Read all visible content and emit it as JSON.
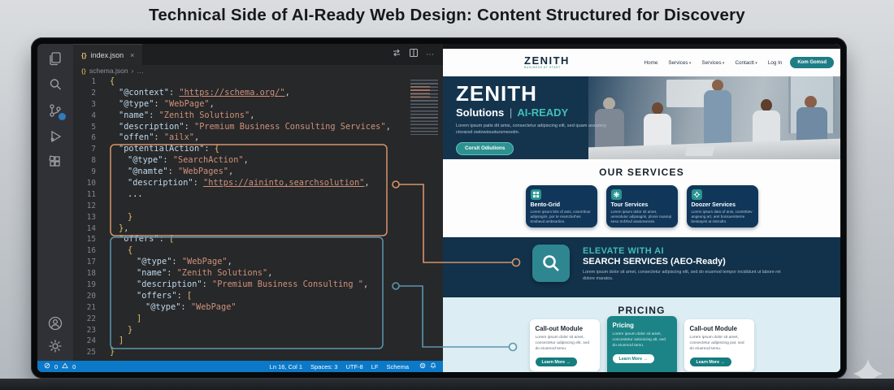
{
  "headline": "Technical Side of AI-Ready Web Design: Content Structured for Discovery",
  "vscode": {
    "tab": {
      "icon": "{}",
      "label": "index.json",
      "close": "×"
    },
    "breadcrumb": {
      "icon": "{}",
      "file": "schema.json",
      "sep": "›",
      "more": "…"
    },
    "tab_actions_more": "⋯",
    "lines": [
      {
        "n": 1,
        "ind": 0,
        "seg": [
          [
            "b",
            "{"
          ]
        ]
      },
      {
        "n": 2,
        "ind": 1,
        "seg": [
          [
            "k",
            "\"@context\""
          ],
          [
            "p",
            ": "
          ],
          [
            "l",
            "\"https://schema.org/\""
          ],
          [
            "p",
            ","
          ]
        ]
      },
      {
        "n": 3,
        "ind": 1,
        "seg": [
          [
            "k",
            "\"@type\""
          ],
          [
            "p",
            ": "
          ],
          [
            "s",
            "\"WebPage\""
          ],
          [
            "p",
            ","
          ]
        ]
      },
      {
        "n": 4,
        "ind": 1,
        "seg": [
          [
            "k",
            "\"name\""
          ],
          [
            "p",
            ": "
          ],
          [
            "s",
            "\"Zenith Solutions\""
          ],
          [
            "p",
            ","
          ]
        ]
      },
      {
        "n": 5,
        "ind": 1,
        "seg": [
          [
            "k",
            "\"description\""
          ],
          [
            "p",
            ": "
          ],
          [
            "s",
            "\"Premium Business Consulting Services\""
          ],
          [
            "p",
            ","
          ]
        ]
      },
      {
        "n": 6,
        "ind": 1,
        "seg": [
          [
            "k",
            "\"offen\""
          ],
          [
            "p",
            ": "
          ],
          [
            "s",
            "\"ailx\""
          ],
          [
            "p",
            ","
          ]
        ]
      },
      {
        "n": 7,
        "ind": 1,
        "seg": [
          [
            "k",
            "\"potentialAction\""
          ],
          [
            "p",
            ": "
          ],
          [
            "b",
            "{"
          ]
        ]
      },
      {
        "n": 8,
        "ind": 2,
        "seg": [
          [
            "k",
            "\"@type\""
          ],
          [
            "p",
            ": "
          ],
          [
            "s",
            "\"SearchAction\""
          ],
          [
            "p",
            ","
          ]
        ]
      },
      {
        "n": 9,
        "ind": 2,
        "seg": [
          [
            "k",
            "\"@namte\""
          ],
          [
            "p",
            ": "
          ],
          [
            "s",
            "\"WebPages\""
          ],
          [
            "p",
            ","
          ]
        ]
      },
      {
        "n": 10,
        "ind": 2,
        "seg": [
          [
            "k",
            "\"description\""
          ],
          [
            "p",
            ": "
          ],
          [
            "l",
            "\"https://aininto,searchsolution\""
          ],
          [
            "p",
            ","
          ]
        ]
      },
      {
        "n": 11,
        "ind": 2,
        "seg": [
          [
            "t",
            "..."
          ]
        ]
      },
      {
        "n": 12,
        "ind": 2,
        "seg": []
      },
      {
        "n": 13,
        "ind": 2,
        "seg": [
          [
            "b",
            "}"
          ]
        ]
      },
      {
        "n": 14,
        "ind": 1,
        "seg": [
          [
            "b",
            "}"
          ],
          [
            "p",
            ","
          ]
        ]
      },
      {
        "n": 15,
        "ind": 1,
        "seg": [
          [
            "k",
            "\"offers\""
          ],
          [
            "p",
            ": "
          ],
          [
            "b",
            "["
          ]
        ]
      },
      {
        "n": 16,
        "ind": 2,
        "seg": [
          [
            "b",
            "{"
          ]
        ]
      },
      {
        "n": 17,
        "ind": 3,
        "seg": [
          [
            "k",
            "\"@type\""
          ],
          [
            "p",
            ": "
          ],
          [
            "s",
            "\"WebPage\""
          ],
          [
            "p",
            ","
          ]
        ]
      },
      {
        "n": 18,
        "ind": 3,
        "seg": [
          [
            "k",
            "\"name\""
          ],
          [
            "p",
            ": "
          ],
          [
            "s",
            "\"Zenith Solutions\""
          ],
          [
            "p",
            ","
          ]
        ]
      },
      {
        "n": 19,
        "ind": 3,
        "seg": [
          [
            "k",
            "\"description\""
          ],
          [
            "p",
            ": "
          ],
          [
            "s",
            "\"Premium Business Consulting \""
          ],
          [
            "p",
            ","
          ]
        ]
      },
      {
        "n": 20,
        "ind": 3,
        "seg": [
          [
            "k",
            "\"offers\""
          ],
          [
            "p",
            ": "
          ],
          [
            "b",
            "["
          ]
        ]
      },
      {
        "n": 21,
        "ind": 4,
        "seg": [
          [
            "k",
            "\"@type\""
          ],
          [
            "p",
            ": "
          ],
          [
            "s",
            "\"WebPage\""
          ]
        ]
      },
      {
        "n": 22,
        "ind": 3,
        "seg": [
          [
            "b",
            "]"
          ]
        ]
      },
      {
        "n": 23,
        "ind": 2,
        "seg": [
          [
            "b",
            "}"
          ]
        ]
      },
      {
        "n": 24,
        "ind": 1,
        "seg": [
          [
            "b",
            "]"
          ]
        ]
      },
      {
        "n": 25,
        "ind": 0,
        "seg": [
          [
            "b",
            "}"
          ]
        ]
      }
    ],
    "status": {
      "errors": "0",
      "warnings": "0",
      "items": [
        "Ln 16, Col 1",
        "Spaces: 3",
        "UTF-8",
        "LF",
        "Schema"
      ]
    }
  },
  "site": {
    "nav": {
      "logo": "ZENITH",
      "tagline": "BUSINESS AT START",
      "links": [
        {
          "label": "Home",
          "caret": false
        },
        {
          "label": "Services",
          "caret": true
        },
        {
          "label": "Services",
          "caret": true
        },
        {
          "label": "Contactt",
          "caret": true
        },
        {
          "label": "Log In",
          "caret": false
        }
      ],
      "cta": "Kom Gomsd"
    },
    "hero": {
      "brand": "ZENITH",
      "sub_left": "Solutions",
      "divider": "|",
      "sub_right": "AI-READY",
      "body": "Lorem ipsum patis dit amis, consectetur adipiscing elit, sed quam assumcy ctorarsd owtowioustursmesotin.",
      "cta": "Corsit Odiutions"
    },
    "services": {
      "heading": "OUR SERVICES",
      "cards": [
        {
          "title": "Bento-Grid",
          "icon": "grid",
          "body": "Lorem ipsum bris of anis, cosorritour adipsngirs, por te reamzturhes trosbavd ambsurtion."
        },
        {
          "title": "Tour Services",
          "icon": "asterisk",
          "body": "Lorem ipsum dolor sit amet, uensolutur adipsagris, plonis nuamqi sesu trofzbuf anatonwnois."
        },
        {
          "title": "Doozer Services",
          "icon": "gear",
          "body": "Lorem ipsum dato of anis, constrtitev angeung art, aret bonsuersterne bestatyeti at ristrodtn."
        }
      ]
    },
    "elevate": {
      "kicker": "ELEVATE WITH AI",
      "title": "SEARCH SERVICES (AEO-Ready)",
      "body": "Lorem ipsum dolor sit amet, consectetur adipiscing elit, sed do eiusmod tempor incididunt ut labore ret dolore maratos."
    },
    "pricing": {
      "heading": "PRICING",
      "cards": [
        {
          "title": "Call-out Module",
          "style": "light",
          "body": "Lorem ipsum dolor sit amet, consectetur adipiscing elit, sed do eiusmod temu.",
          "cta": "Learn More →"
        },
        {
          "title": "Pricing",
          "style": "teal",
          "body": "Lorem ipsum dolor sit amet, concestetur adcioicing alt, sed do eiusmod tamu.",
          "cta": "Learn More →"
        },
        {
          "title": "Call-out Module",
          "style": "light",
          "body": "Lorem ipsum dolor sit amet, consectetur adipiscing pat, sed do eiusmod temu.",
          "cta": "Learn More →"
        }
      ]
    }
  },
  "colors": {
    "accent_teal": "#2a9490",
    "navy": "#14344e",
    "statusbar_blue": "#0c79c8",
    "connector_orange": "#d6946a",
    "connector_teal": "#5b96ad"
  }
}
